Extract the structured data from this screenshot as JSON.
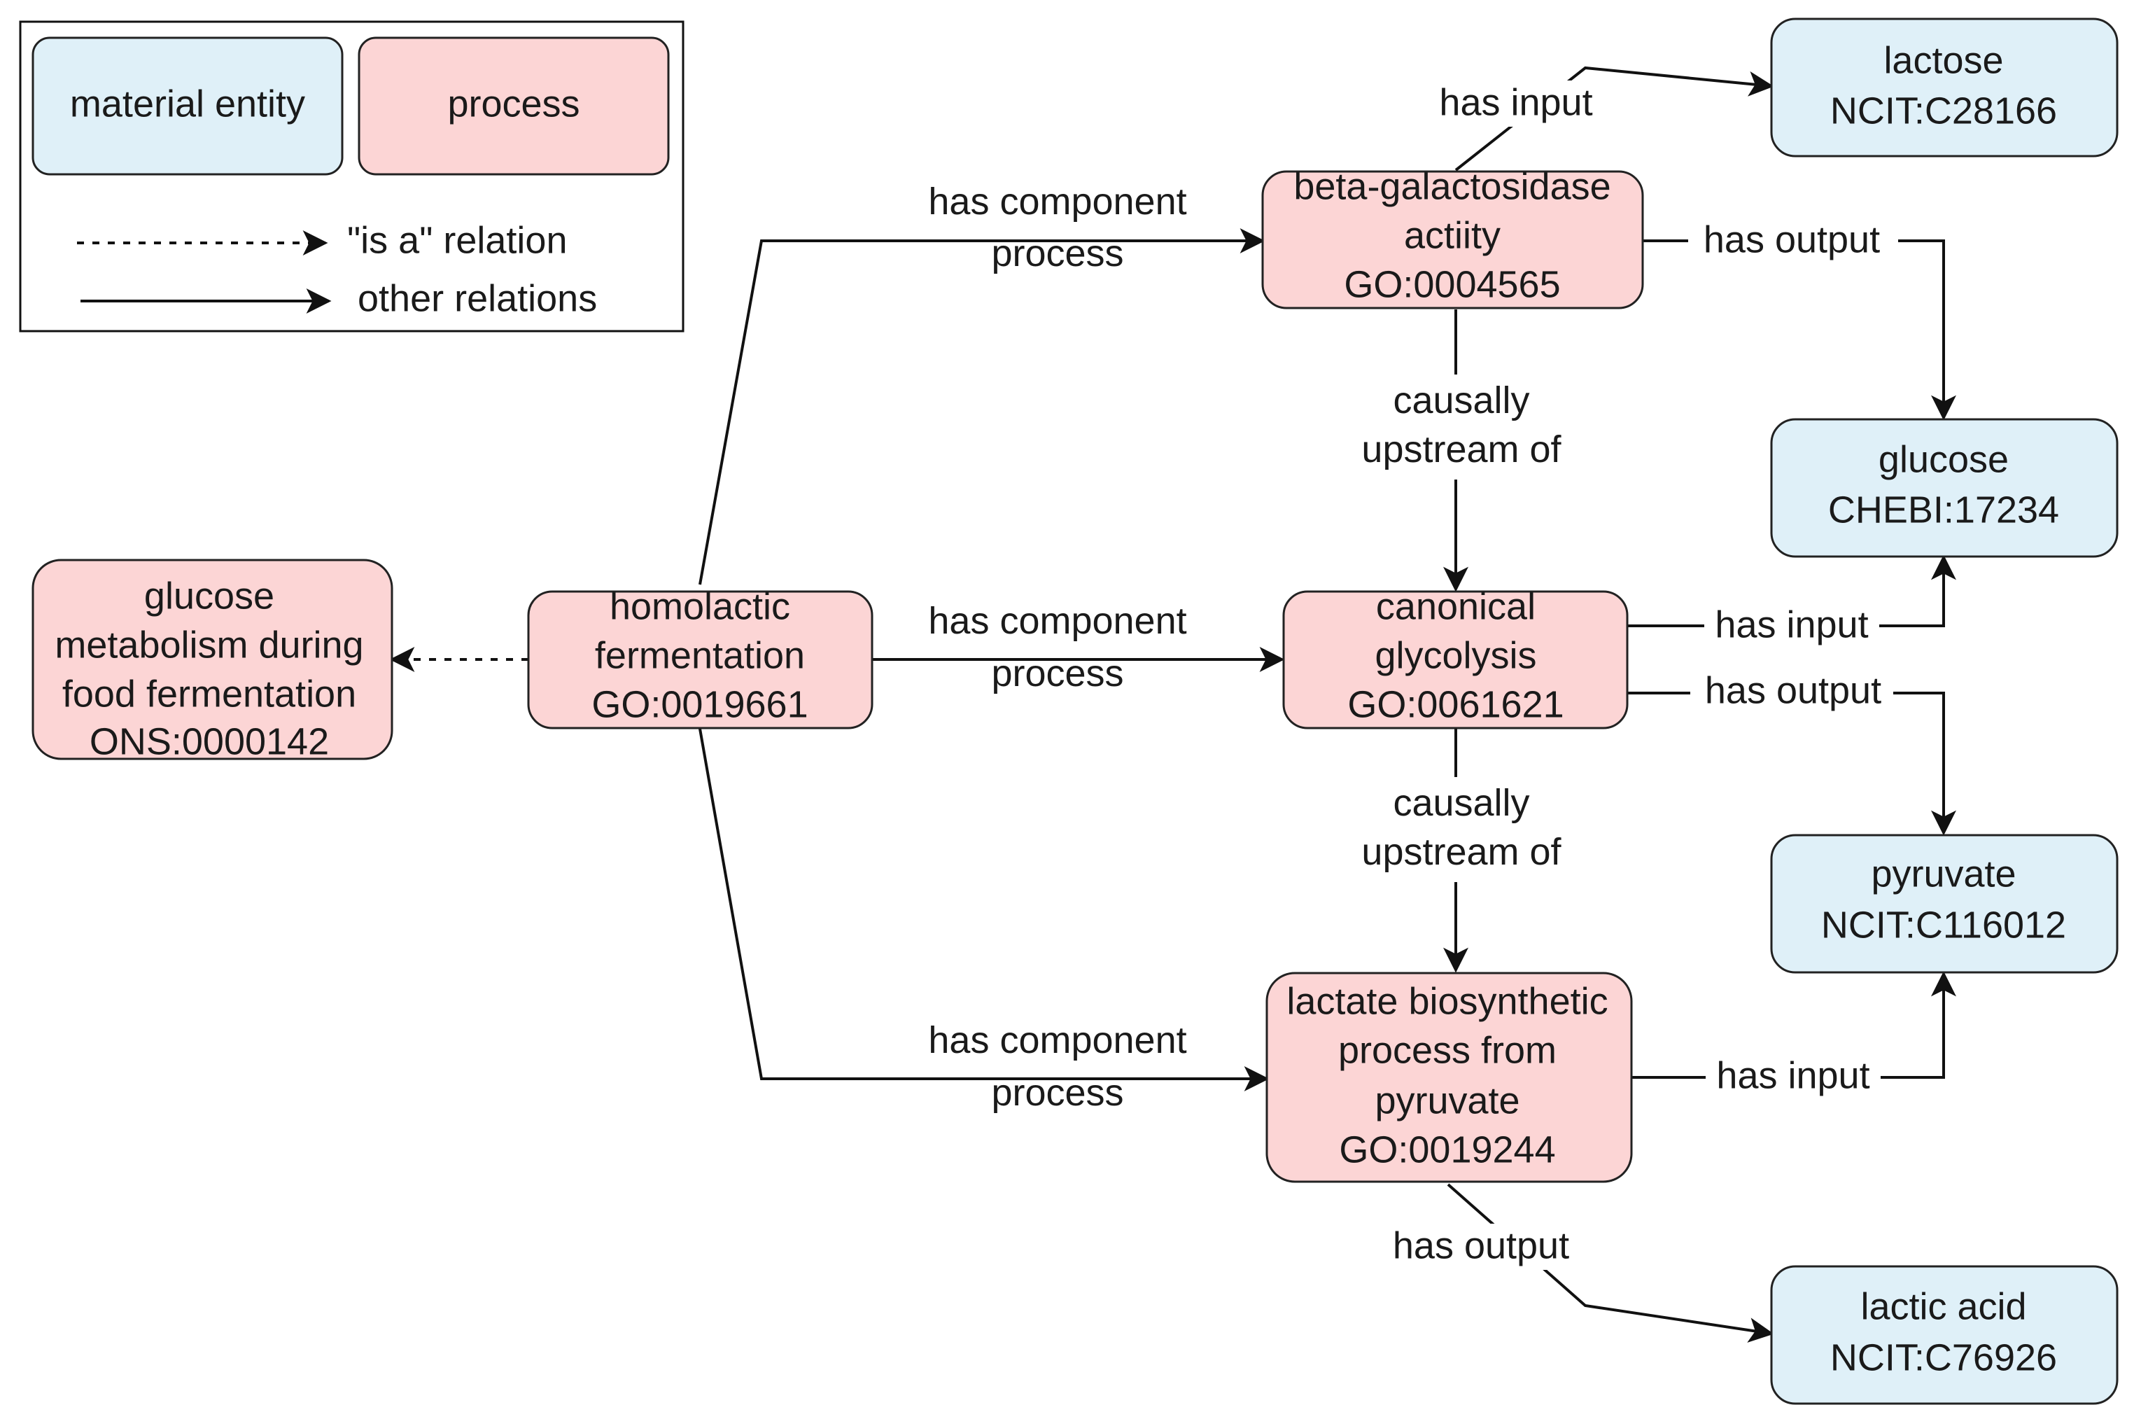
{
  "colors": {
    "material_entity_fill": "#dff0f8",
    "process_fill": "#fcd5d5",
    "stroke": "#222222"
  },
  "legend": {
    "material_entity": "material entity",
    "process": "process",
    "is_a_relation": "\"is a\" relation",
    "other_relations": "other relations"
  },
  "nodes": {
    "glucose_metabolism": {
      "kind": "process",
      "lines": [
        "glucose",
        "metabolism during",
        "food fermentation",
        "ONS:0000142"
      ]
    },
    "homolactic_fermentation": {
      "kind": "process",
      "lines": [
        "homolactic",
        "fermentation",
        "GO:0019661"
      ]
    },
    "beta_galactosidase": {
      "kind": "process",
      "lines": [
        "beta-galactosidase",
        "actiity",
        "GO:0004565"
      ]
    },
    "canonical_glycolysis": {
      "kind": "process",
      "lines": [
        "canonical",
        "glycolysis",
        "GO:0061621"
      ]
    },
    "lactate_biosynthetic": {
      "kind": "process",
      "lines": [
        "lactate biosynthetic",
        "process from",
        "pyruvate",
        "GO:0019244"
      ]
    },
    "lactose": {
      "kind": "material",
      "lines": [
        "lactose",
        "NCIT:C28166"
      ]
    },
    "glucose": {
      "kind": "material",
      "lines": [
        "glucose",
        "CHEBI:17234"
      ]
    },
    "pyruvate": {
      "kind": "material",
      "lines": [
        "pyruvate",
        "NCIT:C116012"
      ]
    },
    "lactic_acid": {
      "kind": "material",
      "lines": [
        "lactic acid",
        "NCIT:C76926"
      ]
    }
  },
  "edges": {
    "component_top": {
      "lines": [
        "has component",
        "process"
      ]
    },
    "component_mid": {
      "lines": [
        "has component",
        "process"
      ]
    },
    "component_bottom": {
      "lines": [
        "has component",
        "process"
      ]
    },
    "beta_has_input": {
      "lines": [
        "has input"
      ]
    },
    "beta_has_output": {
      "lines": [
        "has output"
      ]
    },
    "upstream_1": {
      "lines": [
        "causally",
        "upstream of"
      ]
    },
    "upstream_2": {
      "lines": [
        "causally",
        "upstream of"
      ]
    },
    "glycolysis_has_input": {
      "lines": [
        "has input"
      ]
    },
    "glycolysis_has_output": {
      "lines": [
        "has output"
      ]
    },
    "lactate_has_input": {
      "lines": [
        "has input"
      ]
    },
    "lactate_has_output": {
      "lines": [
        "has output"
      ]
    }
  }
}
